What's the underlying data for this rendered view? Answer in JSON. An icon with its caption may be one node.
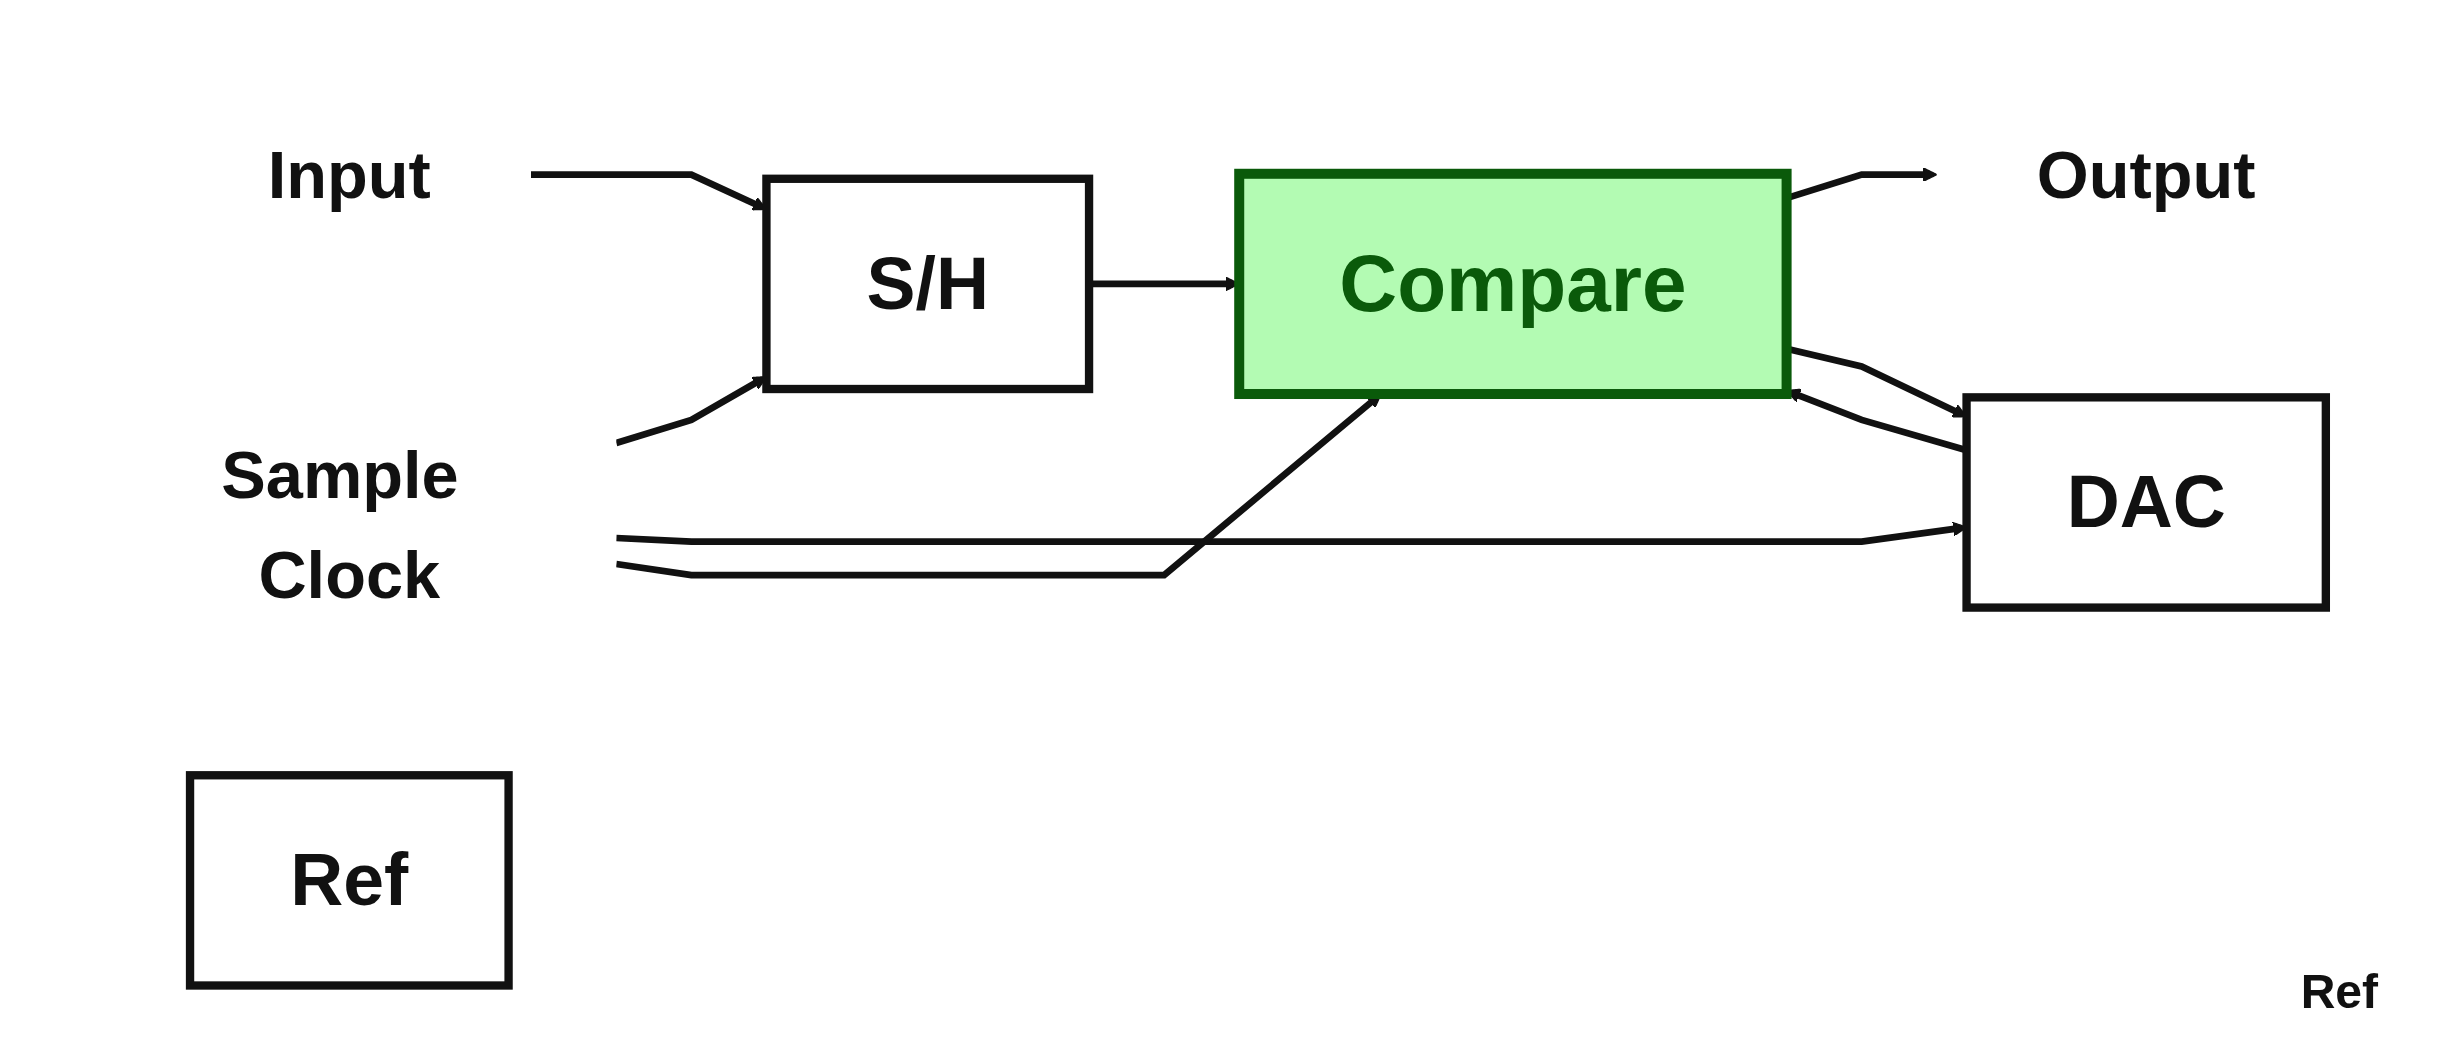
{
  "diagram": {
    "nodes": [
      {
        "text": [
          "Input"
        ]
      },
      {
        "text": [
          "S/H"
        ]
      },
      {
        "text": [
          "Compare"
        ]
      },
      {
        "text": [
          "Output"
        ]
      },
      {
        "text": [
          "Sample Clock"
        ]
      },
      {
        "text": [
          "Ref"
        ]
      },
      {
        "text": [
          "DAC"
        ]
      }
    ],
    "edges": [
      {
        "from": 0,
        "to": 1,
        "arrow": "to"
      },
      {
        "from": 1,
        "to": 2,
        "arrow": "to"
      },
      {
        "from": 2,
        "to": 3,
        "arrow": "to"
      },
      {
        "from": 4,
        "to": 1,
        "arrow": "to"
      },
      {
        "from": 4,
        "to": 6,
        "arrow": "to"
      },
      {
        "from": 4,
        "to": 2,
        "arrow": "to"
      },
      {
        "from": 6,
        "to": 2,
        "arrow": "to"
      },
      {
        "from": 2,
        "to": 6,
        "arrow": "to"
      }
    ],
    "labels": [
      "Ref"
    ]
  }
}
